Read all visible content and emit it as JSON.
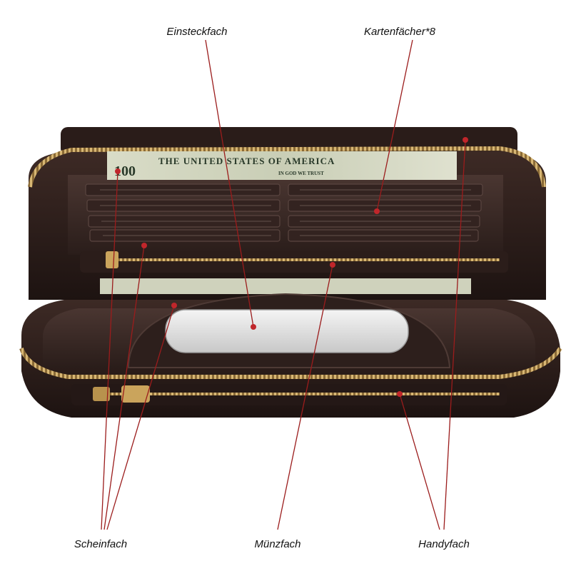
{
  "callouts": {
    "einsteckfach": "Einsteckfach",
    "kartenfaecher": "Kartenfächer*8",
    "scheinfach": "Scheinfach",
    "muenzfach": "Münzfach",
    "handyfach": "Handyfach"
  },
  "banknote": {
    "country_text": "THE UNITED STATES OF AMERICA",
    "denomination": "100",
    "motto": "IN GOD WE TRUST"
  },
  "colors": {
    "leather": "#2e201c",
    "leather_dark": "#1a1110",
    "lining": "#3a2a26",
    "zipper": "#c4a15e",
    "callout_line": "#9b1c1c",
    "callout_dot": "#c0262b"
  }
}
